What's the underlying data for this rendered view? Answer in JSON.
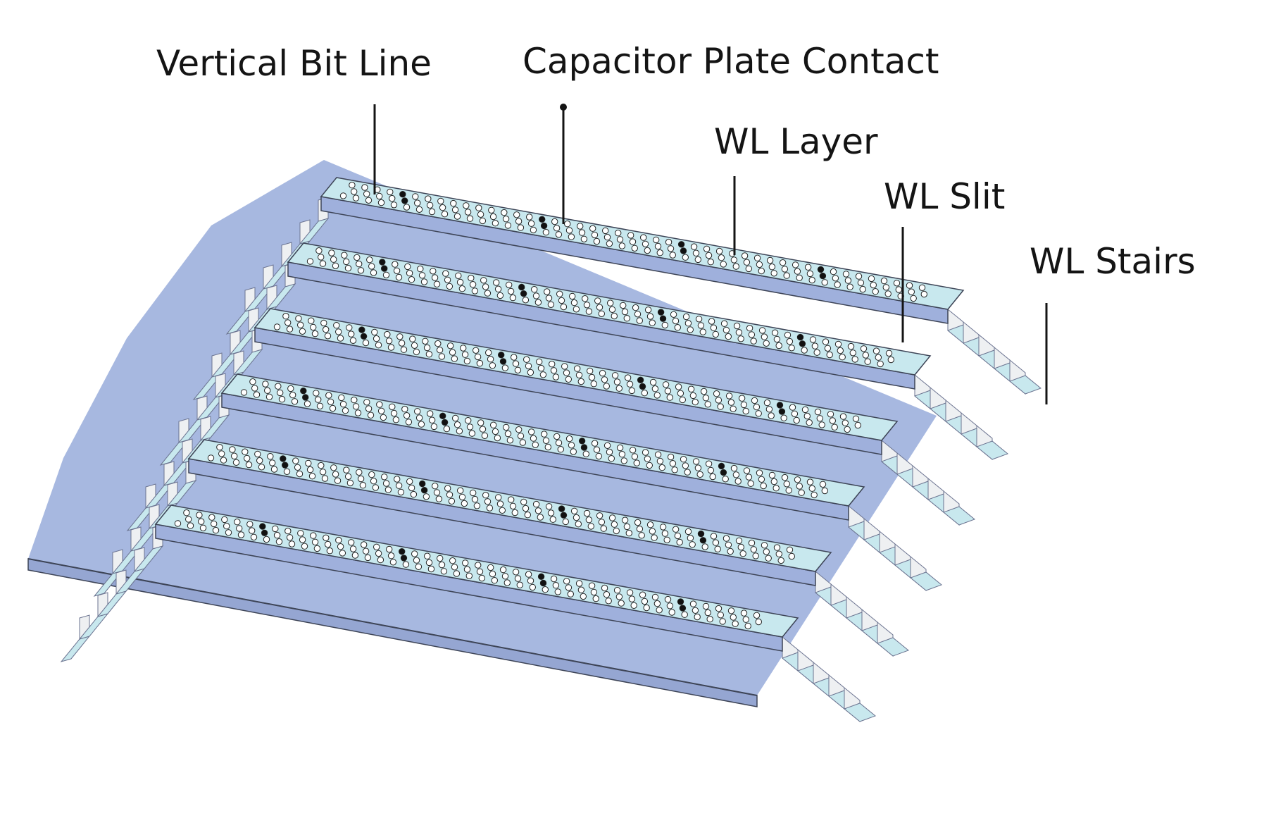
{
  "labels": {
    "vertical_bit_line": "Vertical Bit Line",
    "capacitor_plate_contact": "Capacitor Plate Contact",
    "wl_layer": "WL Layer",
    "wl_slit": "WL Slit",
    "wl_stairs": "WL Stairs"
  },
  "structure": {
    "wl_layer_count": 6,
    "stair_steps_per_side": 5,
    "bit_line_rows_per_layer": 3
  },
  "colors": {
    "base_block": "#a7b8e0",
    "base_block_edge": "#3d4456",
    "wl_layer_top": "#c8e8ee",
    "wl_layer_side": "#9fb0dc",
    "stair_riser": "#eef0f2",
    "bit_line_hole": "#ffffff",
    "plate_contact": "#111111",
    "label_text": "#141414",
    "background": "#ffffff"
  },
  "icons": {
    "bit_line": "open-circle",
    "plate_contact": "filled-circle"
  }
}
